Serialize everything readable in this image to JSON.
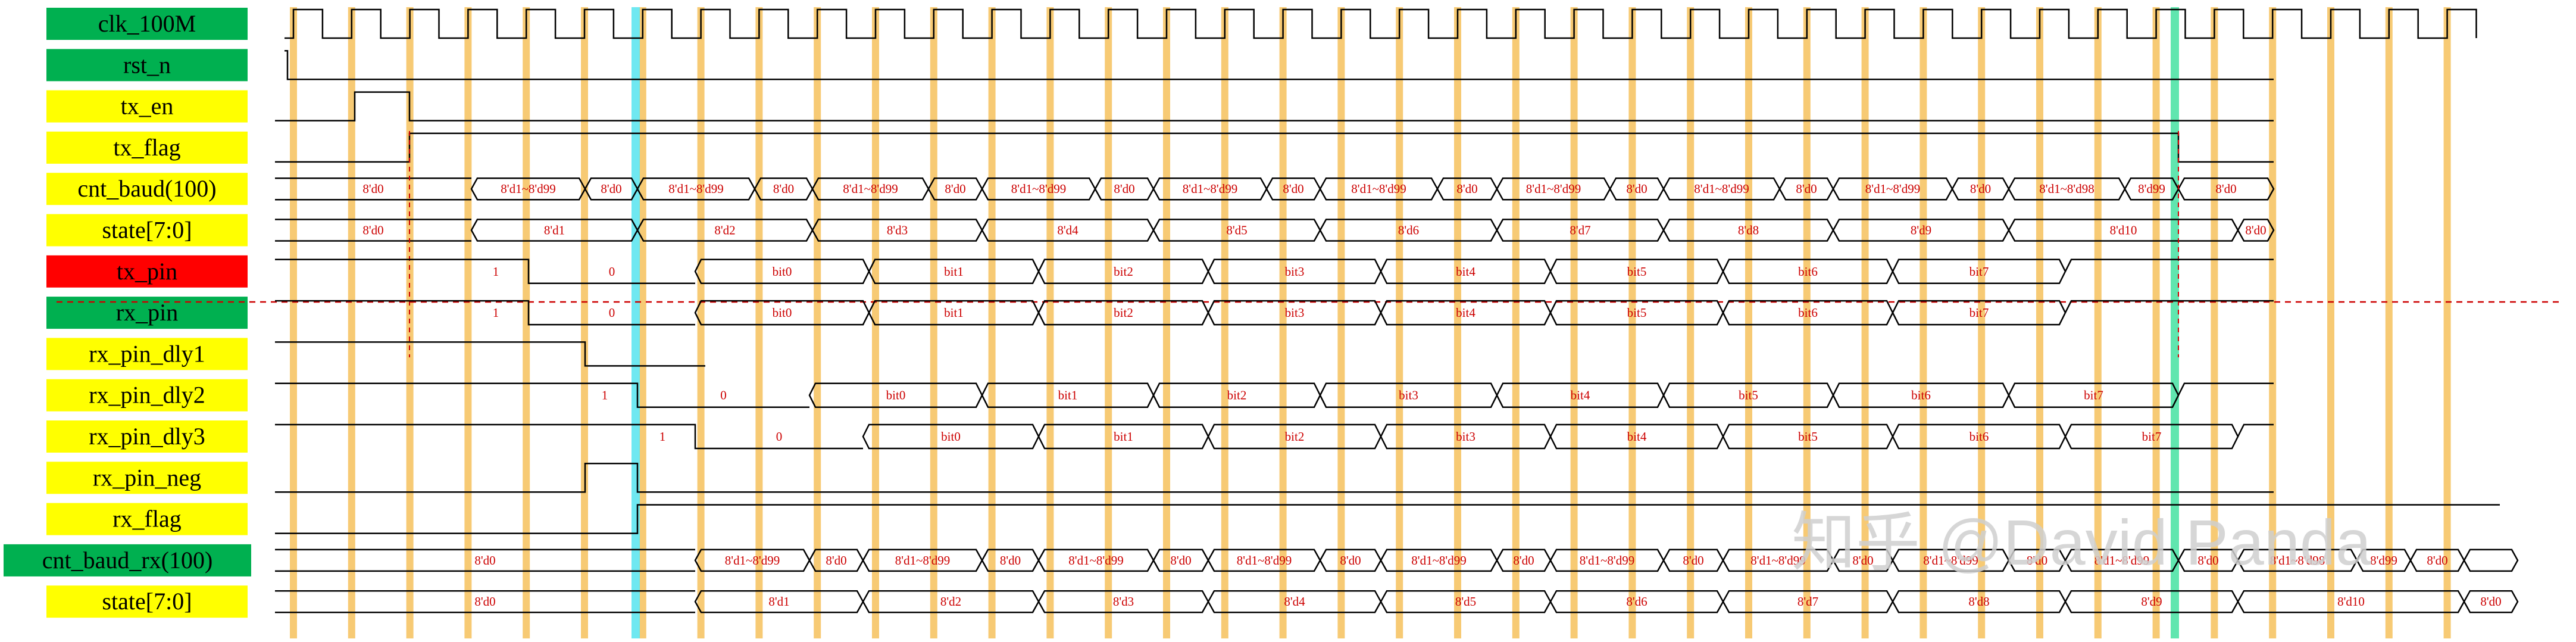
{
  "colors": {
    "label_green": "#00b050",
    "label_yellow": "#ffff00",
    "label_red": "#ff0000",
    "stripe_orange": "#f6c15c",
    "stripe_cyan": "#5fe6f0",
    "stripe_teal": "#4fe3a6",
    "wave": "#000000",
    "value_text": "#cc0000",
    "divider": "#cc0000"
  },
  "signals": [
    {
      "label": "clk_100M",
      "color": "green"
    },
    {
      "label": "rst_n",
      "color": "green"
    },
    {
      "label": "tx_en",
      "color": "yellow"
    },
    {
      "label": "tx_flag",
      "color": "yellow"
    },
    {
      "label": "cnt_baud(100)",
      "color": "yellow"
    },
    {
      "label": "state[7:0]",
      "color": "yellow"
    },
    {
      "label": "tx_pin",
      "color": "red"
    },
    {
      "label": "rx_pin",
      "color": "green"
    },
    {
      "label": "rx_pin_dly1",
      "color": "yellow"
    },
    {
      "label": "rx_pin_dly2",
      "color": "yellow"
    },
    {
      "label": "rx_pin_dly3",
      "color": "yellow"
    },
    {
      "label": "rx_pin_neg",
      "color": "yellow"
    },
    {
      "label": "rx_flag",
      "color": "yellow"
    },
    {
      "label": "cnt_baud_rx(100)",
      "color": "green"
    },
    {
      "label": "state[7:0]",
      "color": "yellow"
    }
  ],
  "values": {
    "cnt_baud": [
      "8'd0",
      "8'd1~8'd99",
      "8'd0",
      "8'd1~8'd99",
      "8'd0",
      "8'd1~8'd99",
      "8'd0",
      "8'd1~8'd99",
      "8'd0",
      "8'd1~8'd99",
      "8'd0",
      "8'd1~8'd99",
      "8'd0",
      "8'd1~8'd99",
      "8'd0",
      "8'd1~8'd99",
      "8'd0",
      "8'd1~8'd99",
      "8'd0",
      "8'd1~8'd98",
      "8'd99",
      "8'd0"
    ],
    "state_tx": [
      "8'd0",
      "8'd1",
      "8'd2",
      "8'd3",
      "8'd4",
      "8'd5",
      "8'd6",
      "8'd7",
      "8'd8",
      "8'd9",
      "8'd10",
      "8'd0"
    ],
    "tx_pin": [
      "1",
      "0",
      "bit0",
      "bit1",
      "bit2",
      "bit3",
      "bit4",
      "bit5",
      "bit6",
      "bit7"
    ],
    "rx_pin": [
      "1",
      "0",
      "bit0",
      "bit1",
      "bit2",
      "bit3",
      "bit4",
      "bit5",
      "bit6",
      "bit7"
    ],
    "rx_pin_dly2": [
      "1",
      "0",
      "bit0",
      "bit1",
      "bit2",
      "bit3",
      "bit4",
      "bit5",
      "bit6",
      "bit7"
    ],
    "rx_pin_dly3": [
      "1",
      "0",
      "bit0",
      "bit1",
      "bit2",
      "bit3",
      "bit4",
      "bit5",
      "bit6",
      "bit7"
    ],
    "cnt_baud_rx": [
      "8'd0",
      "8'd1~8'd99",
      "8'd0",
      "8'd1~8'd99",
      "8'd0",
      "8'd1~8'd99",
      "8'd0",
      "8'd1~8'd99",
      "8'd0",
      "8'd1~8'd99",
      "8'd0",
      "8'd1~8'd99",
      "8'd0",
      "8'd1~8'd99",
      "8'd0",
      "8'd1~8'd99",
      "8'd0",
      "8'd1~8'd99",
      "8'd0",
      "8'd1~8'd98",
      "8'd99",
      "8'd0"
    ],
    "state_rx": [
      "8'd0",
      "8'd1",
      "8'd2",
      "8'd3",
      "8'd4",
      "8'd5",
      "8'd6",
      "8'd7",
      "8'd8",
      "8'd9",
      "8'd10",
      "8'd0"
    ]
  },
  "watermark": "知乎 @David Panda"
}
